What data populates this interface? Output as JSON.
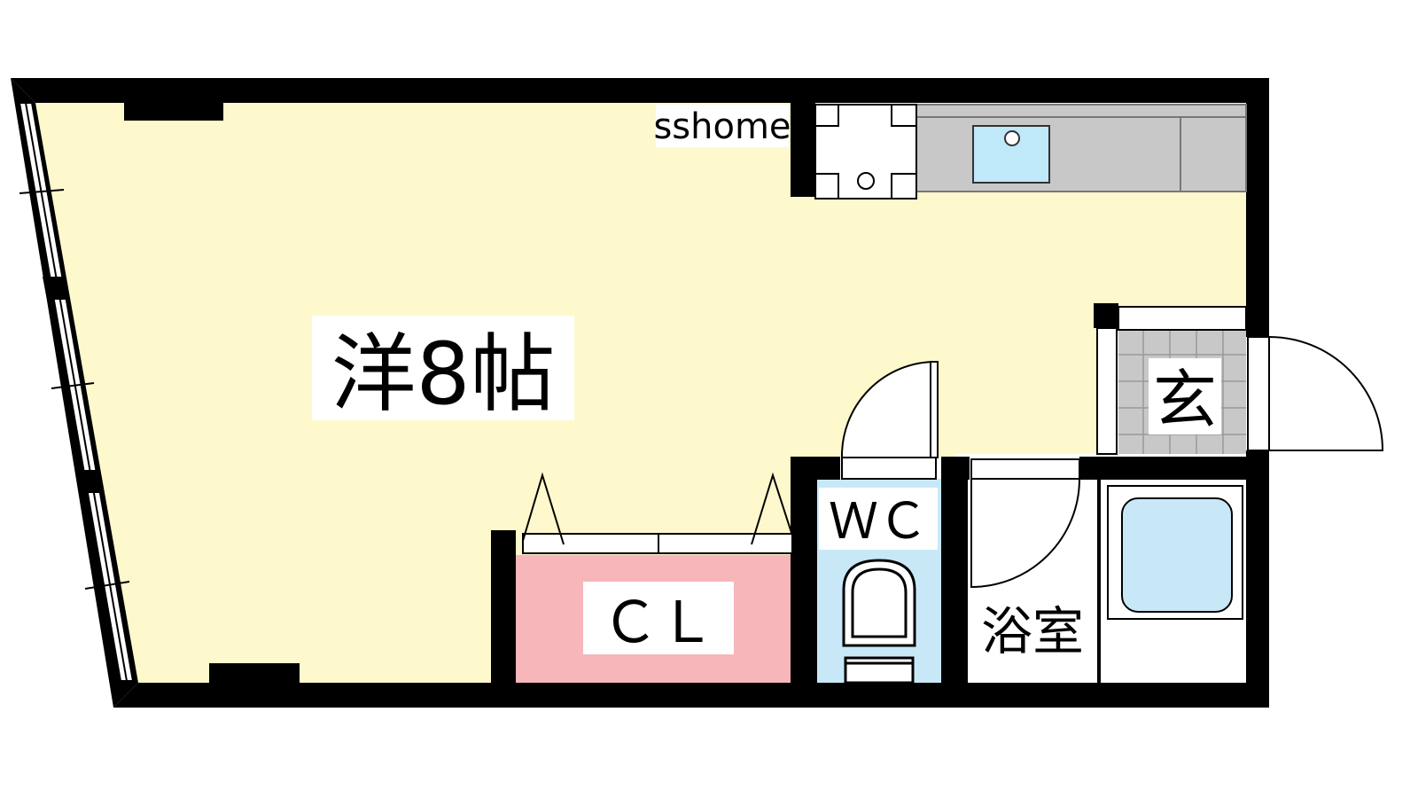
{
  "watermark": "sshome",
  "rooms": {
    "western": {
      "label": "洋8帖"
    },
    "closet": {
      "label": "ＣＬ"
    },
    "toilet": {
      "label": "ＷＣ"
    },
    "bath": {
      "label": "浴室"
    },
    "entrance": {
      "label": "玄"
    }
  },
  "colors": {
    "wall": "#000000",
    "western_floor": "#fdf9cd",
    "closet_floor": "#f6b6ba",
    "toilet_floor": "#c8e8f8",
    "bathtub": "#c8e8f8",
    "kitchen_counter": "#c8c8c8",
    "sink": "#bfe8f9",
    "entrance_tile": "#c8c8c8"
  }
}
